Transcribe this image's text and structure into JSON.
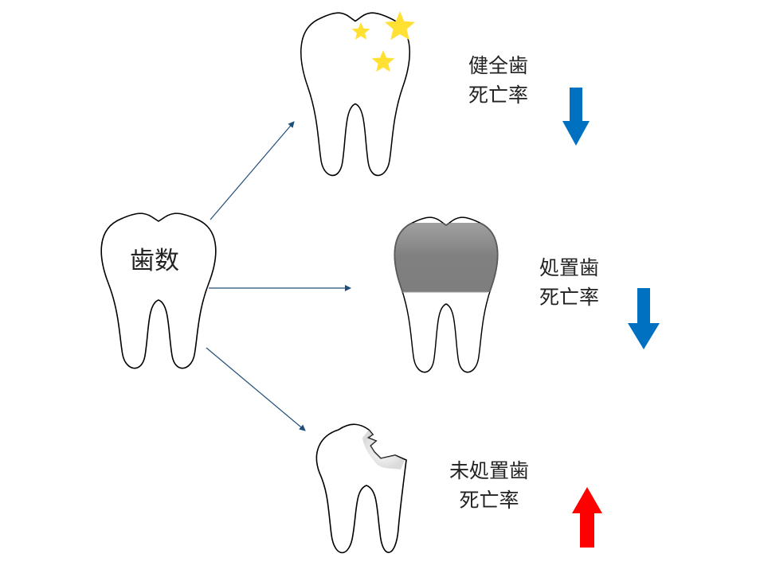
{
  "center": {
    "label": "歯数"
  },
  "branches": [
    {
      "id": "healthy",
      "line1": "健全歯",
      "line2": "死亡率",
      "direction": "down",
      "color": "#0070c0"
    },
    {
      "id": "treated",
      "line1": "処置歯",
      "line2": "死亡率",
      "direction": "down",
      "color": "#0070c0"
    },
    {
      "id": "untreated",
      "line1": "未処置歯",
      "line2": "死亡率",
      "direction": "up",
      "color": "#ff0000"
    }
  ],
  "colors": {
    "connector": "#1f4e79",
    "star": "#ffe033",
    "filling": "#7f7f7f",
    "outline": "#000000"
  }
}
